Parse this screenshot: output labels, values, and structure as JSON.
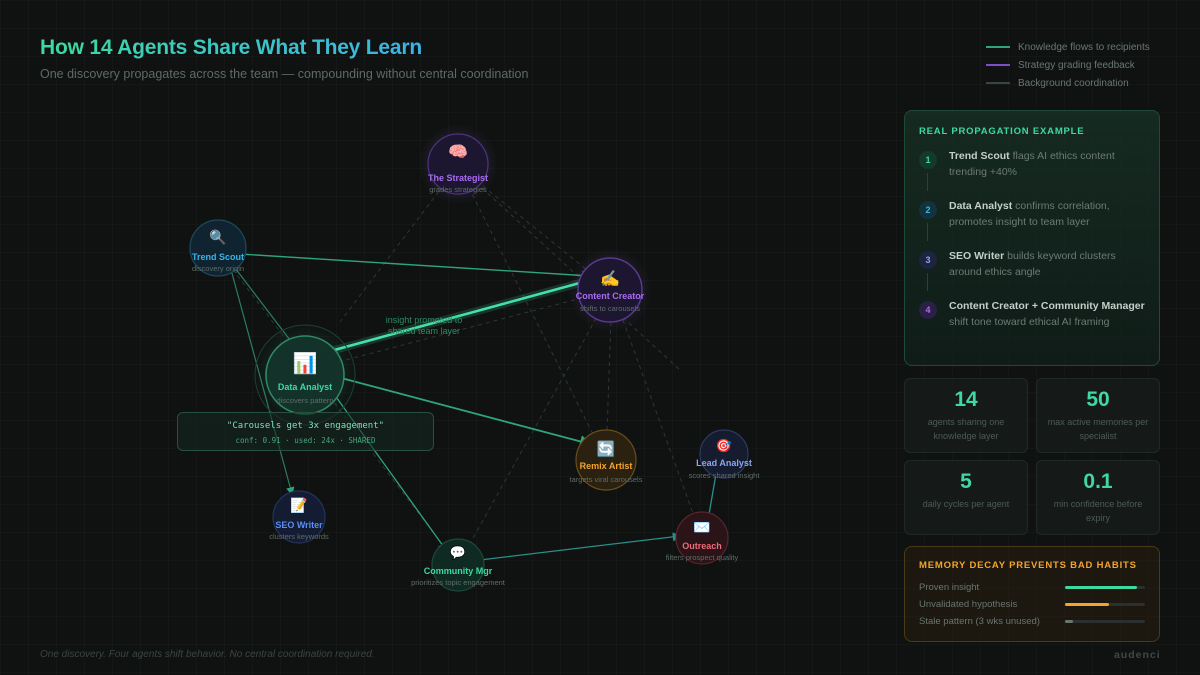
{
  "title": "How 14 Agents Share What They Learn",
  "subtitle": "One discovery propagates across the team — compounding without central coordination",
  "legend": [
    {
      "label": "Knowledge flows to recipients",
      "color": "#2fa37a"
    },
    {
      "label": "Strategy grading feedback",
      "color": "#7b4fc9"
    },
    {
      "label": "Background coordination",
      "color": "#3a4440"
    }
  ],
  "nodes": {
    "strategist": {
      "icon": "🧠",
      "icon_name": "brain-icon",
      "label": "The Strategist",
      "sub": "grades strategies",
      "color": "#a86cf0"
    },
    "trend_scout": {
      "icon": "🔍",
      "icon_name": "magnifier-icon",
      "label": "Trend Scout",
      "sub": "discovery origin",
      "color": "#3ab4e8"
    },
    "content_creator": {
      "icon": "✍️",
      "icon_name": "writing-hand-icon",
      "label": "Content Creator",
      "sub": "shifts to carousels",
      "color": "#a86cf0"
    },
    "data_analyst": {
      "icon": "📊",
      "icon_name": "bar-chart-icon",
      "label": "Data Analyst",
      "sub": "discovers pattern",
      "color": "#3ed9a0"
    },
    "remix_artist": {
      "icon": "🔄",
      "icon_name": "refresh-icon",
      "label": "Remix Artist",
      "sub": "targets viral carousels",
      "color": "#f3a42f"
    },
    "lead_analyst": {
      "icon": "🎯",
      "icon_name": "target-icon",
      "label": "Lead Analyst",
      "sub": "scores shared insight",
      "color": "#8aa6f0"
    },
    "seo_writer": {
      "icon": "📝",
      "icon_name": "memo-icon",
      "label": "SEO Writer",
      "sub": "clusters keywords",
      "color": "#5b8cf0"
    },
    "outreach": {
      "icon": "✉️",
      "icon_name": "envelope-icon",
      "label": "Outreach",
      "sub": "filters prospect quality",
      "color": "#f06a7a"
    },
    "community_mgr": {
      "icon": "💬",
      "icon_name": "speech-bubble-icon",
      "label": "Community Mgr",
      "sub": "prioritizes topic engagement",
      "color": "#3ed9a0"
    }
  },
  "edge_label": {
    "line1": "insight promoted to",
    "line2": "shared team layer"
  },
  "insight": {
    "quote": "\"Carousels get 3x engagement\"",
    "meta": "conf: 0.91 · used: 24x · SHARED"
  },
  "example": {
    "heading": "REAL PROPAGATION EXAMPLE",
    "steps": [
      {
        "num": "1",
        "actor": "Trend Scout",
        "text": " flags AI ethics content trending +40%",
        "color": "#3ed9a0",
        "bg": "#143a2c"
      },
      {
        "num": "2",
        "actor": "Data Analyst",
        "text": " confirms correlation, promotes insight to team layer",
        "color": "#3ab4e8",
        "bg": "#12323e"
      },
      {
        "num": "3",
        "actor": "SEO Writer",
        "text": " builds keyword clusters around ethics angle",
        "color": "#8aa6f0",
        "bg": "#1c2440"
      },
      {
        "num": "4",
        "actor": "Content Creator + Community Manager",
        "text": " shift tone toward ethical AI framing",
        "color": "#a86cf0",
        "bg": "#2a1f44"
      }
    ]
  },
  "stats": [
    {
      "value": "14",
      "label": "agents sharing one knowledge layer"
    },
    {
      "value": "50",
      "label": "max active memories per specialist"
    },
    {
      "value": "5",
      "label": "daily cycles per agent"
    },
    {
      "value": "0.1",
      "label": "min confidence before expiry"
    }
  ],
  "decay": {
    "heading": "MEMORY DECAY PREVENTS BAD HABITS",
    "rows": [
      {
        "label": "Proven insight",
        "level": 0.9,
        "color": "#3ed9a0"
      },
      {
        "label": "Unvalidated hypothesis",
        "level": 0.55,
        "color": "#f3a42f"
      },
      {
        "label": "Stale pattern (3 wks unused)",
        "level": 0.1,
        "color": "#6a7570"
      }
    ]
  },
  "footer": "One discovery. Four agents shift behavior. No central coordination required.",
  "brand": "audenci"
}
